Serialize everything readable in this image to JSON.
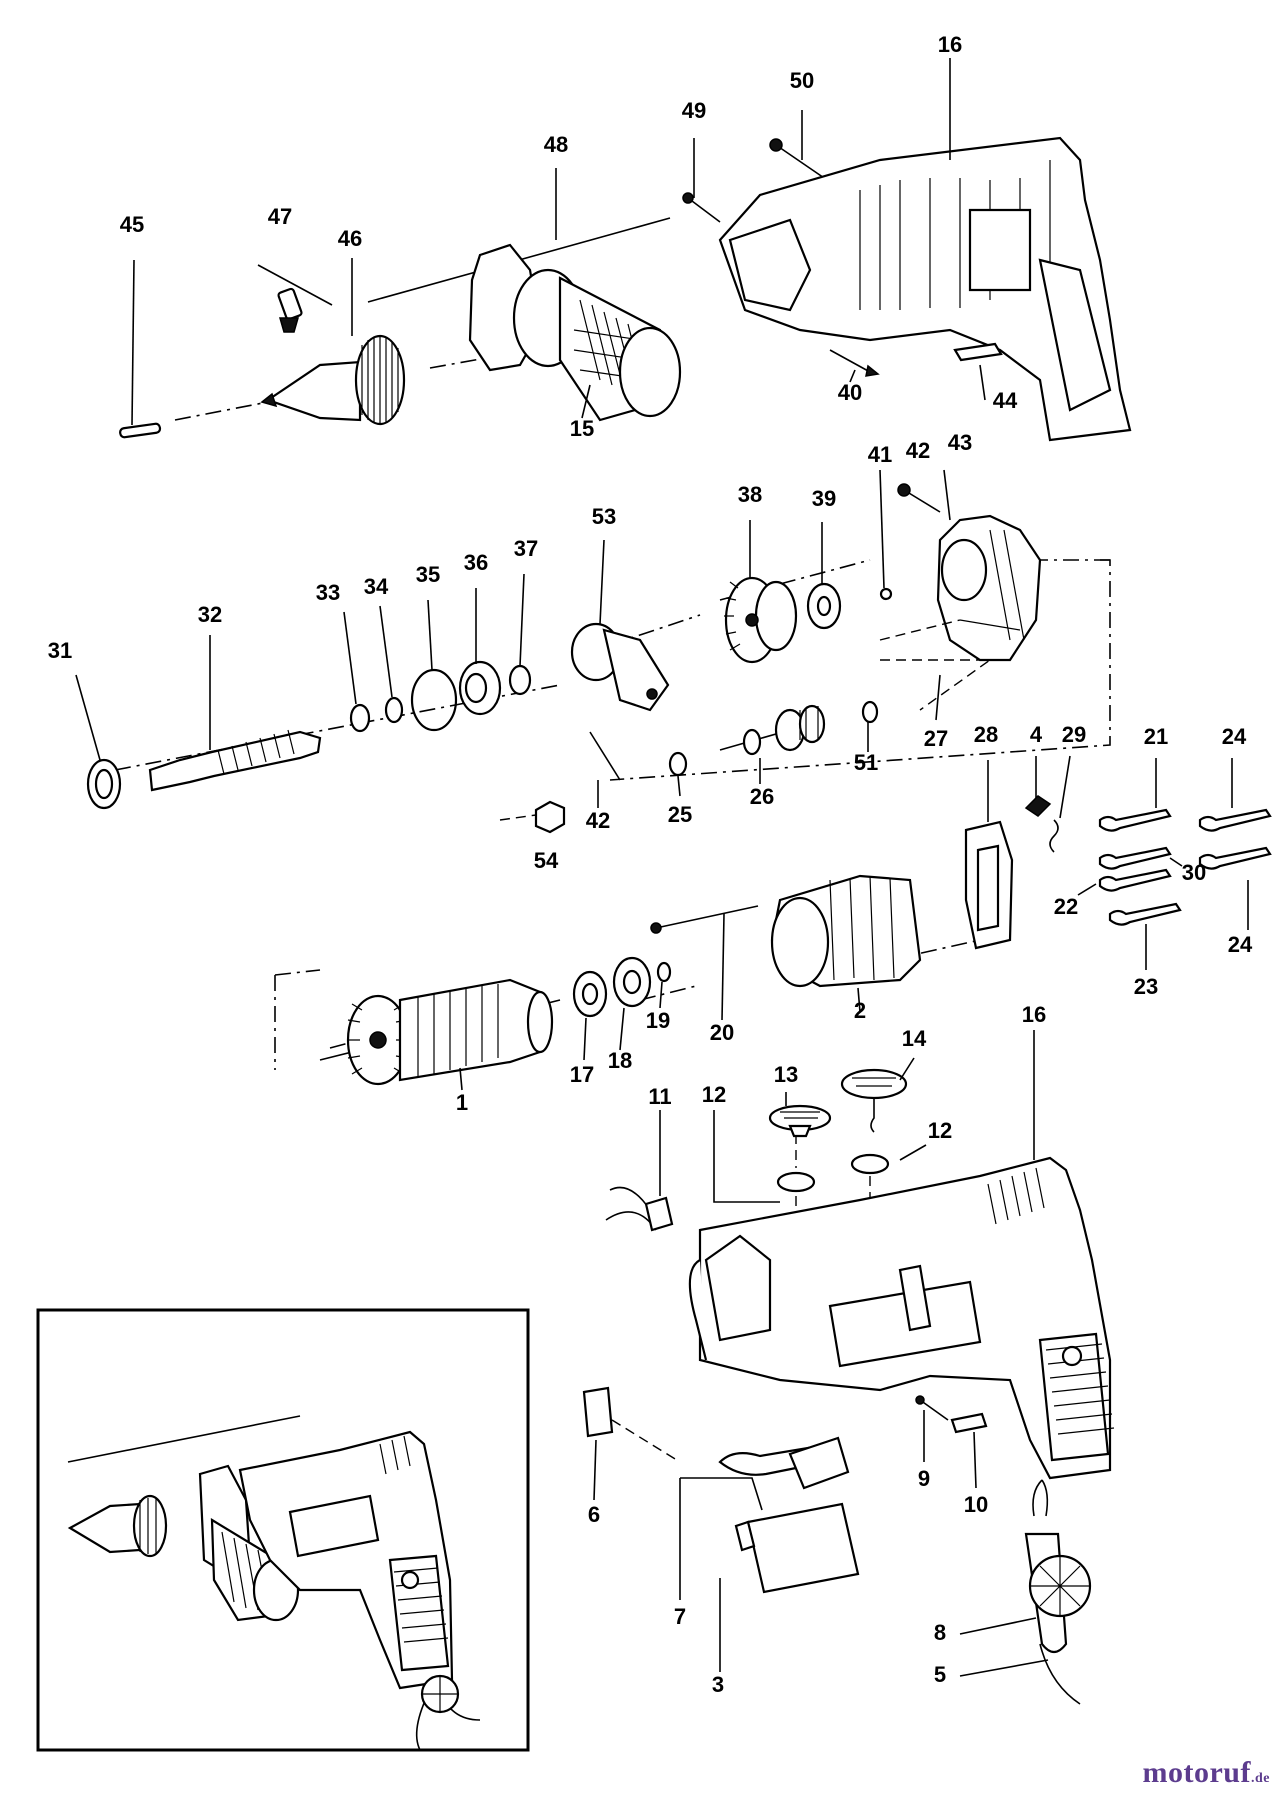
{
  "diagram": {
    "part_labels": [
      "1",
      "2",
      "3",
      "4",
      "5",
      "6",
      "7",
      "8",
      "9",
      "10",
      "11",
      "12",
      "13",
      "14",
      "15",
      "16",
      "17",
      "18",
      "19",
      "20",
      "21",
      "22",
      "23",
      "24",
      "25",
      "26",
      "27",
      "28",
      "29",
      "30",
      "31",
      "32",
      "33",
      "34",
      "35",
      "36",
      "37",
      "38",
      "39",
      "40",
      "41",
      "42",
      "43",
      "44",
      "45",
      "46",
      "47",
      "48",
      "49",
      "50",
      "51",
      "53",
      "54"
    ],
    "watermark": {
      "brand": "motoruf",
      "tld": ".de",
      "colors": [
        "#5c3c8e",
        "#d9532b"
      ]
    }
  }
}
